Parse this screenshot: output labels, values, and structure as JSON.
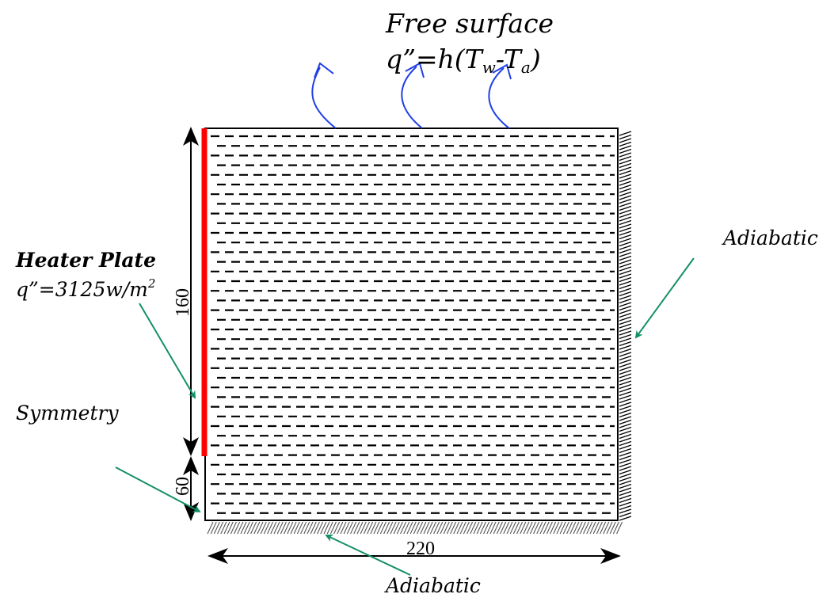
{
  "free_surface": {
    "title": "Free surface",
    "eq_prefix": "q”=h(T",
    "eq_sub_w": "w",
    "eq_mid": "-T",
    "eq_sub_a": "a",
    "eq_suffix": ")"
  },
  "heater": {
    "title": "Heater Plate",
    "flux_text": "q”=3125w/m",
    "flux_exp": "2"
  },
  "symmetry_label": "Symmetry",
  "adiabatic_right_label": "Adiabatic",
  "adiabatic_bottom_label": "Adiabatic",
  "dimensions": {
    "heater_height": "160",
    "lower_height": "60",
    "width": "220"
  },
  "colors": {
    "heater": "#ff0000",
    "flow_arrows": "#1f3fe6",
    "pointer_arrows": "#149066",
    "outline": "#000000",
    "hatch": "#555555"
  }
}
